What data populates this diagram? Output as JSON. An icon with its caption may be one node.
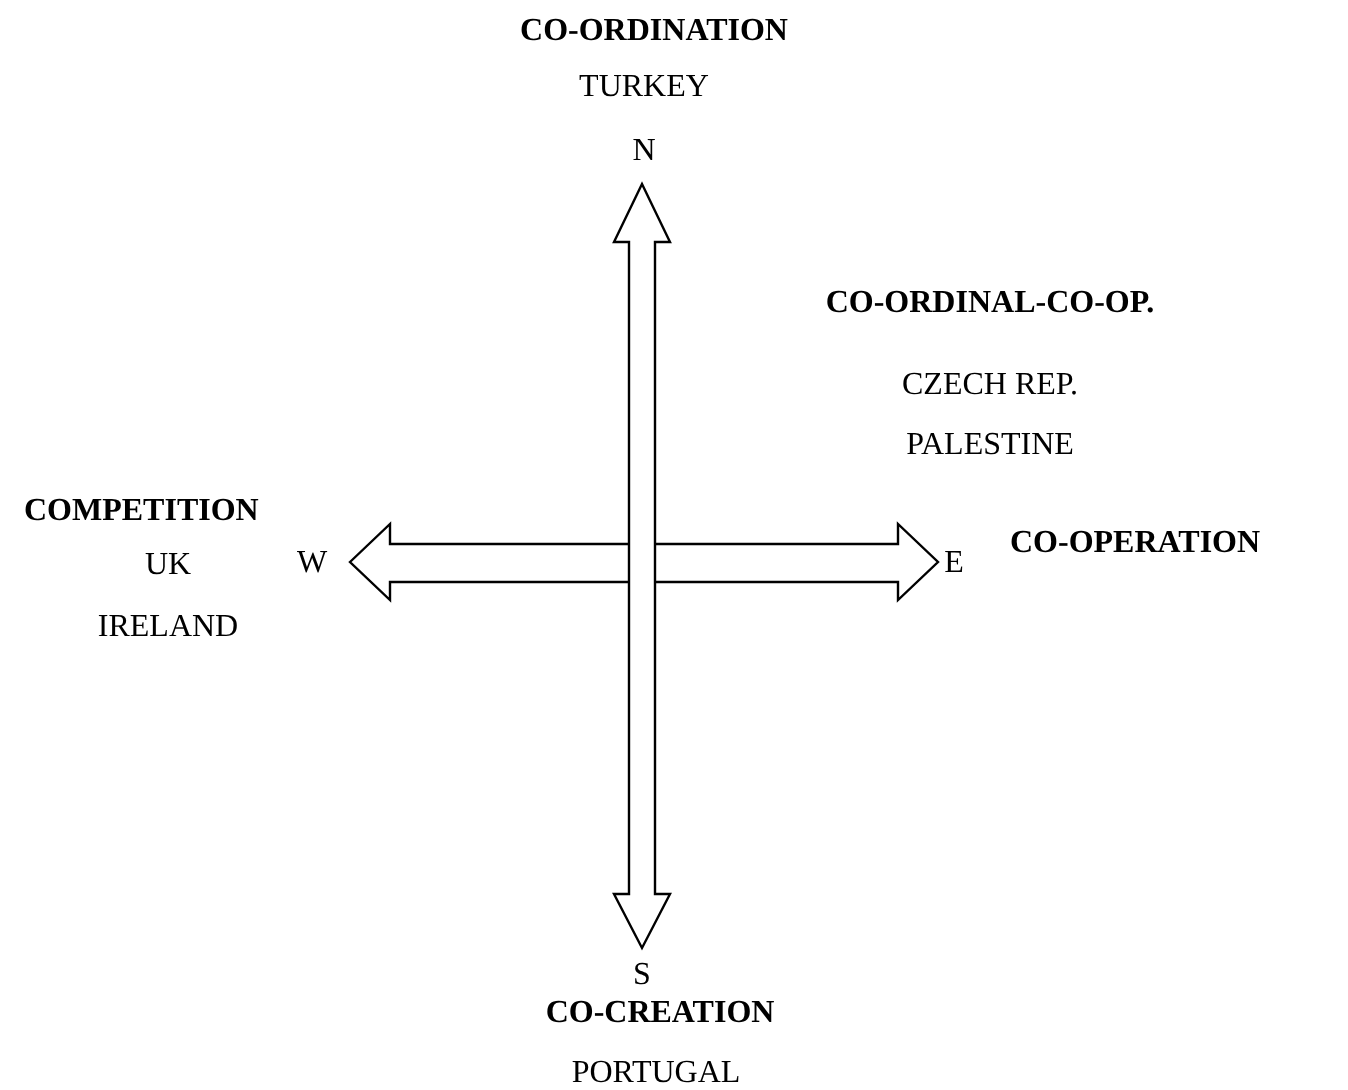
{
  "diagram": {
    "labels": [
      "CO-ORDINATION",
      "TURKEY",
      "N",
      "CO-ORDINAL-CO-OP.",
      "CZECH REP.",
      "PALESTINE",
      "COMPETITION",
      "UK",
      "W",
      "E",
      "CO-OPERATION",
      "IRELAND",
      "S",
      "CO-CREATION",
      "PORTUGAL"
    ]
  }
}
